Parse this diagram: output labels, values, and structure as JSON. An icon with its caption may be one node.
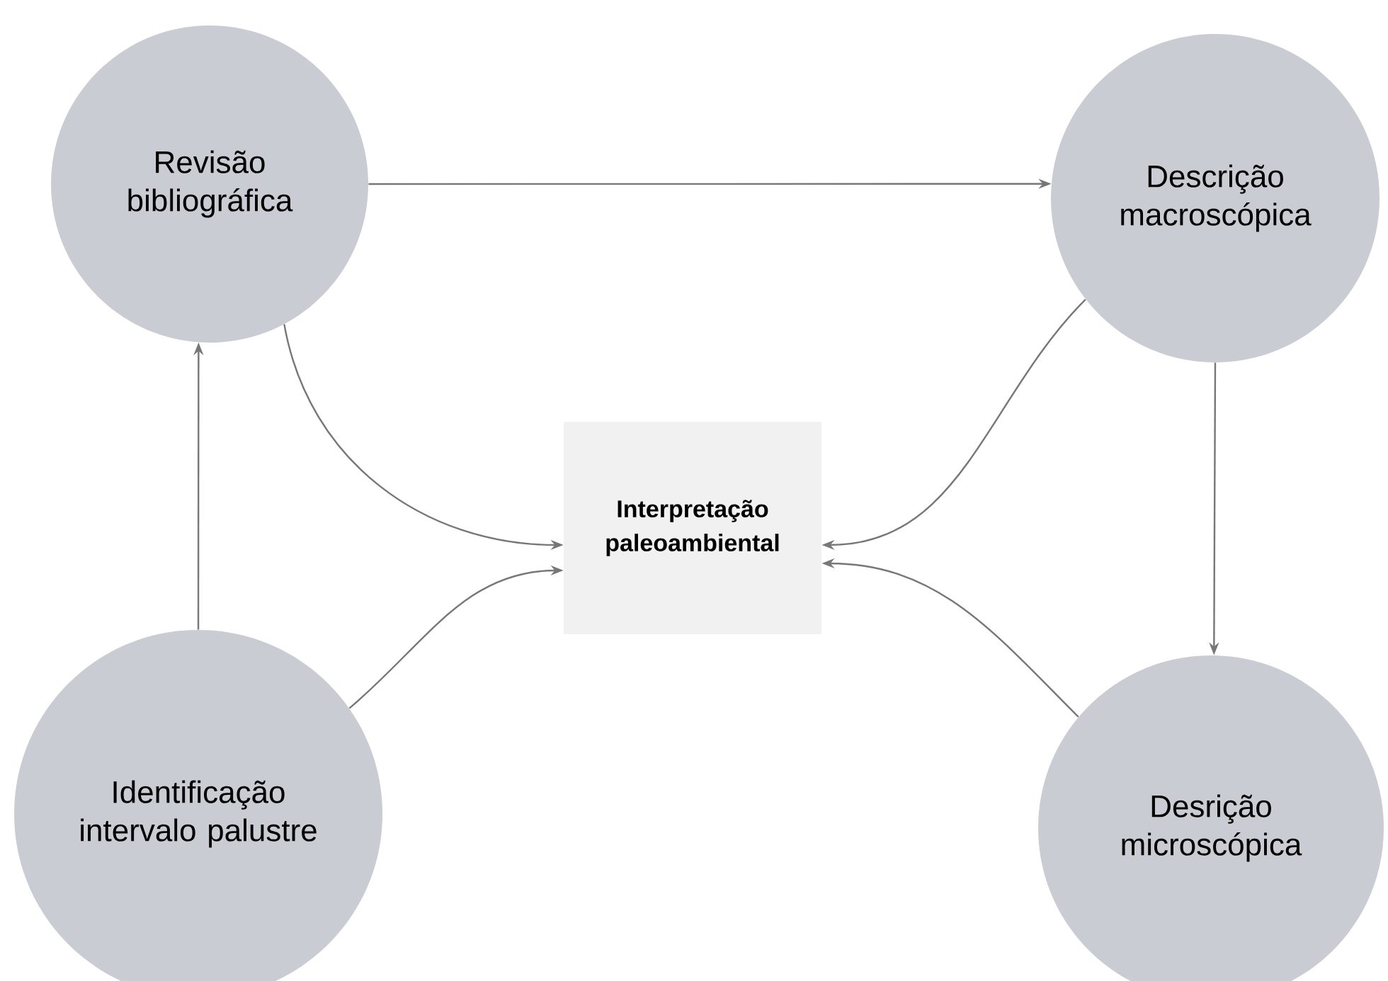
{
  "diagram": {
    "nodes": [
      {
        "text": [
          "Revisão bibliográfica"
        ]
      },
      {
        "text": [
          "Descrição macroscópica"
        ]
      },
      {
        "text": [
          "Interpretação paleoambiental"
        ]
      },
      {
        "text": [
          "Identificação intervalo palustre"
        ]
      },
      {
        "text": [
          "Desrição microscópica"
        ]
      }
    ],
    "edges": [
      {
        "from": 0,
        "to": 1,
        "arrow": "to"
      },
      {
        "from": 3,
        "to": 0,
        "arrow": "to"
      },
      {
        "from": 1,
        "to": 4,
        "arrow": "to"
      },
      {
        "from": 0,
        "to": 2,
        "arrow": "to"
      },
      {
        "from": 1,
        "to": 2,
        "arrow": "to"
      },
      {
        "from": 3,
        "to": 2,
        "arrow": "to"
      },
      {
        "from": 4,
        "to": 2,
        "arrow": "to"
      }
    ]
  }
}
